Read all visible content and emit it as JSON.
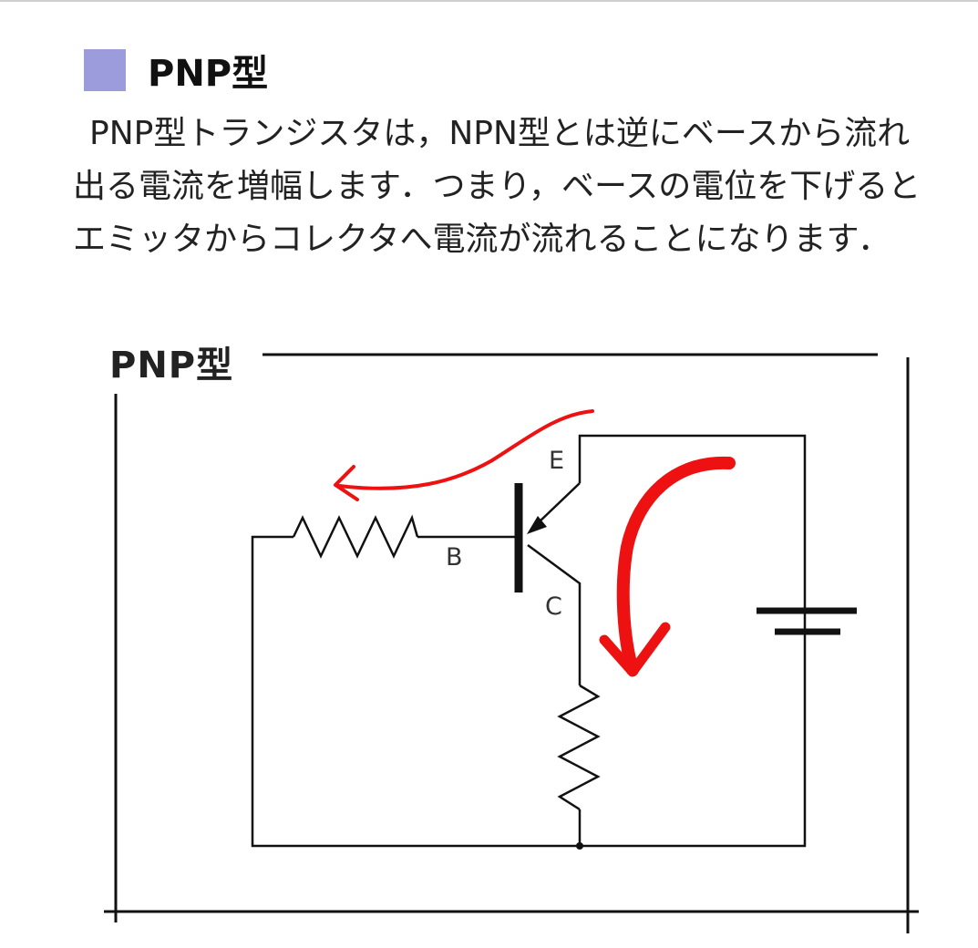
{
  "section": {
    "title": "PNP型",
    "body": "PNP型トランジスタは，NPN型とは逆にベースから流れ出る電流を増幅します．つまり，ベースの電位を下げるとエミッタからコレクタへ電流が流れることになります．"
  },
  "figure": {
    "title": "PNP型",
    "terminals": {
      "emitter": "E",
      "base": "B",
      "collector": "C"
    },
    "colors": {
      "current_arrow": "#ee1111",
      "wire": "#111111"
    }
  }
}
